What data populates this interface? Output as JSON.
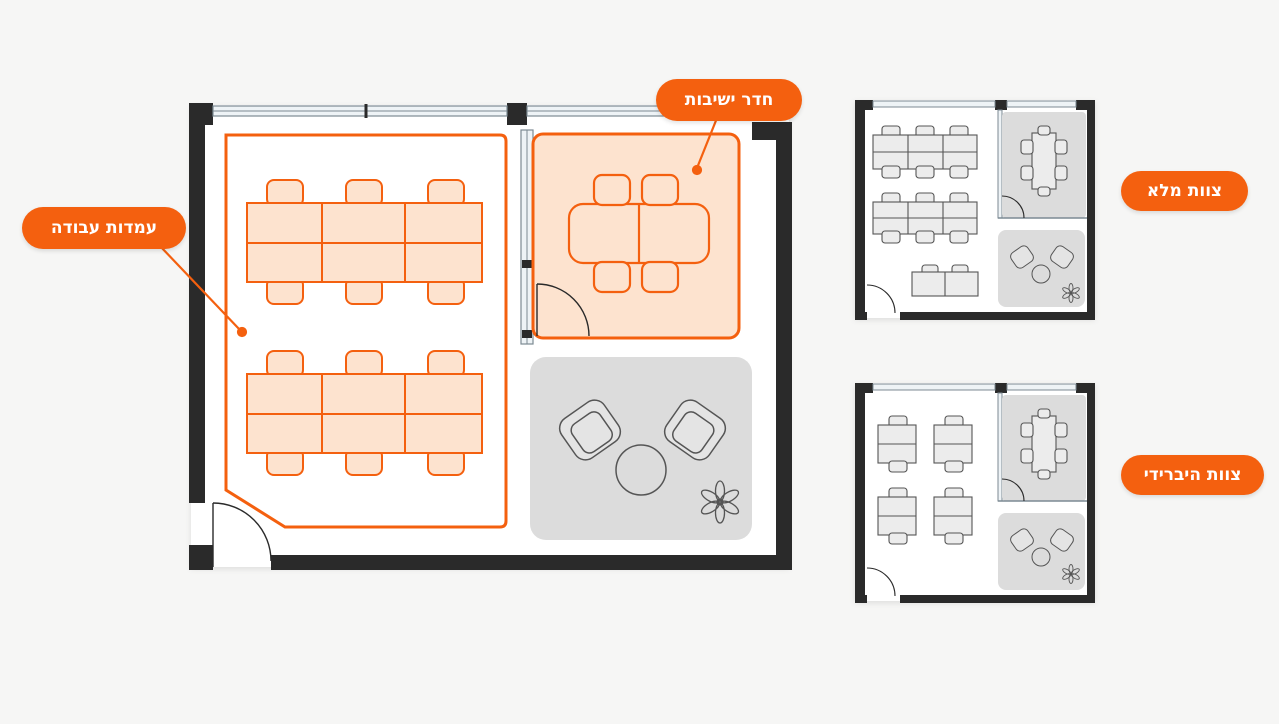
{
  "labels": {
    "meeting_room": "חדר ישיבות",
    "work_stations": "עמדות עבודה",
    "full_team": "צוות מלא",
    "hybrid_team": "צוות היברידי"
  },
  "colors": {
    "accent": "#f4600f",
    "accent_fill": "#fde3cf",
    "wall": "#2a2a2a",
    "lounge": "#dcdcdc",
    "background": "#f6f6f5"
  },
  "icons": [
    "door-swing-icon",
    "plant-icon",
    "armchair-icon",
    "round-table-icon",
    "desk-icon",
    "chair-icon",
    "window-icon"
  ]
}
